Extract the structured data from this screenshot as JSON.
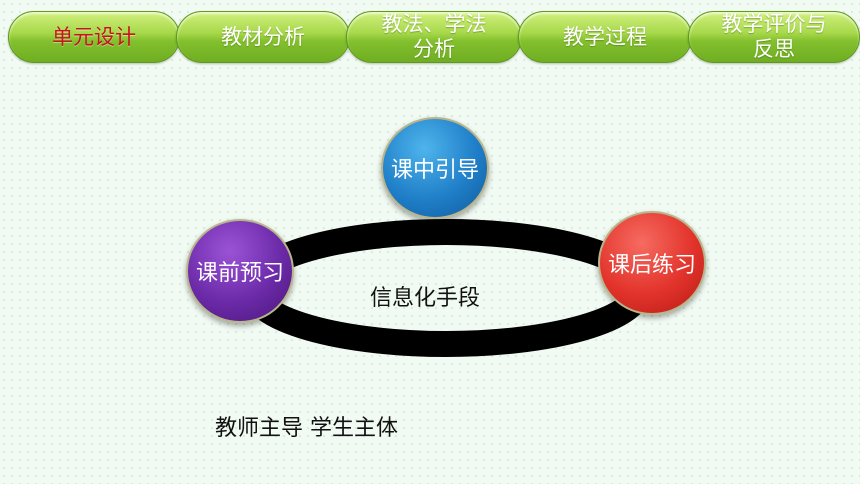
{
  "nav": {
    "tabs": [
      {
        "label": "单元设计",
        "active": true
      },
      {
        "label": "教材分析",
        "active": false
      },
      {
        "label": "教法、学法\n分析",
        "active": false
      },
      {
        "label": "教学过程",
        "active": false
      },
      {
        "label": "教学评价与\n反思",
        "active": false
      }
    ]
  },
  "diagram": {
    "nodes": {
      "top": "课中引导",
      "left": "课前预习",
      "right": "课后练习"
    },
    "center_label": "信息化手段",
    "caption": "教师主导 学生主体"
  },
  "colors": {
    "tab_green": "#84c02e",
    "active_tab_text": "#c8141c",
    "node_top": "#1f7fc8",
    "node_left": "#6b2aa8",
    "node_right": "#e2332b",
    "ring": "#000000"
  }
}
